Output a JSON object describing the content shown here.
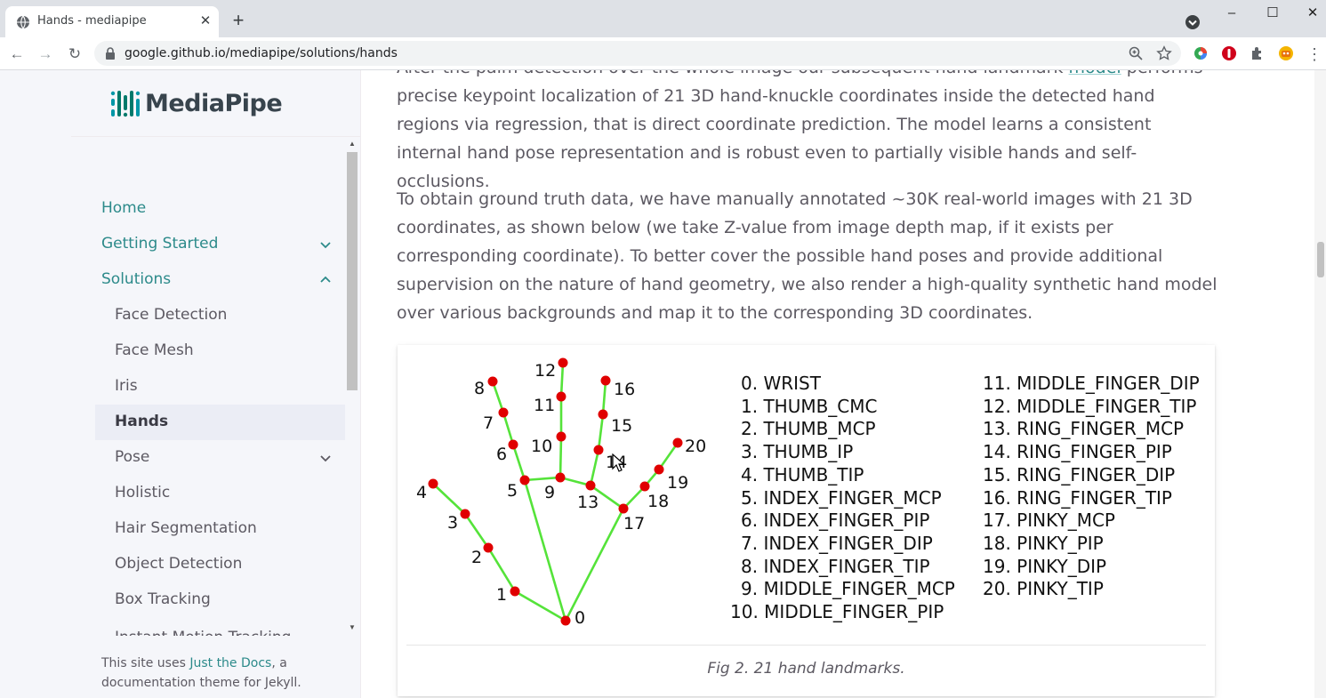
{
  "browser": {
    "tab_title": "Hands - mediapipe",
    "url": "google.github.io/mediapipe/solutions/hands",
    "new_tab_symbol": "+",
    "window_controls": [
      "minimize",
      "maximize",
      "close"
    ]
  },
  "sidebar": {
    "logo_text": "MediaPipe",
    "nav": [
      {
        "label": "Home",
        "level": "top"
      },
      {
        "label": "Getting Started",
        "level": "top",
        "chevron": "down"
      },
      {
        "label": "Solutions",
        "level": "top",
        "chevron": "up"
      },
      {
        "label": "Face Detection",
        "level": "sub"
      },
      {
        "label": "Face Mesh",
        "level": "sub"
      },
      {
        "label": "Iris",
        "level": "sub"
      },
      {
        "label": "Hands",
        "level": "sub",
        "active": true
      },
      {
        "label": "Pose",
        "level": "sub",
        "chevron": "down"
      },
      {
        "label": "Holistic",
        "level": "sub"
      },
      {
        "label": "Hair Segmentation",
        "level": "sub"
      },
      {
        "label": "Object Detection",
        "level": "sub"
      },
      {
        "label": "Box Tracking",
        "level": "sub"
      },
      {
        "label": "Instant Motion Tracking",
        "level": "sub"
      }
    ],
    "footer": {
      "prefix": "This site uses ",
      "link": "Just the Docs",
      "suffix": ", a documentation theme for Jekyll."
    }
  },
  "content": {
    "para1_prefix": "After the palm detection over the whole image our subsequent hand landmark ",
    "para1_link": "model",
    "para1_suffix": " performs precise keypoint localization of 21 3D hand-knuckle coordinates inside the detected hand regions via regression, that is direct coordinate prediction. The model learns a consistent internal hand pose representation and is robust even to partially visible hands and self-occlusions.",
    "para2": "To obtain ground truth data, we have manually annotated ~30K real-world images with 21 3D coordinates, as shown below (we take Z-value from image depth map, if it exists per corresponding coordinate). To better cover the possible hand poses and provide additional supervision on the nature of hand geometry, we also render a high-quality synthetic hand model over various backgrounds and map it to the corresponding 3D coordinates.",
    "figure_caption": "Fig 2. 21 hand landmarks.",
    "landmark_numbers": [
      "0",
      "1",
      "2",
      "3",
      "4",
      "5",
      "6",
      "7",
      "8",
      "9",
      "10",
      "11",
      "12",
      "13",
      "14",
      "15",
      "16",
      "17",
      "18",
      "19",
      "20"
    ],
    "landmarks_col1": [
      "0. WRIST",
      "1. THUMB_CMC",
      "2. THUMB_MCP",
      "3. THUMB_IP",
      "4. THUMB_TIP",
      "5. INDEX_FINGER_MCP",
      "6. INDEX_FINGER_PIP",
      "7. INDEX_FINGER_DIP",
      "8. INDEX_FINGER_TIP",
      "9. MIDDLE_FINGER_MCP",
      "10. MIDDLE_FINGER_PIP"
    ],
    "landmarks_col2": [
      "11. MIDDLE_FINGER_DIP",
      "12. MIDDLE_FINGER_TIP",
      "13. RING_FINGER_MCP",
      "14. RING_FINGER_PIP",
      "15. RING_FINGER_DIP",
      "16. RING_FINGER_TIP",
      "17. PINKY_MCP",
      "18. PINKY_PIP",
      "19. PINKY_DIP",
      "20. PINKY_TIP"
    ]
  },
  "colors": {
    "accent": "#2c8a8a",
    "bone": "#55e33a",
    "joint": "#e00000",
    "sidebar_bg": "#f5f6fa",
    "body_text": "#5c5962"
  }
}
